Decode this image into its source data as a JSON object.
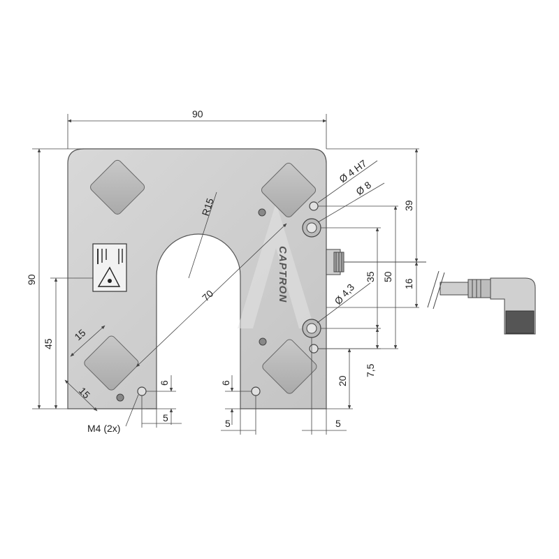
{
  "drawing": {
    "brand": "CAPTRON",
    "dimensions": {
      "width_top": "90",
      "height_left": "90",
      "height_45": "45",
      "diagonal_70": "70",
      "radius": "R15",
      "pad_15_a": "15",
      "pad_15_b": "15",
      "hole_label": "M4 (2x)",
      "offset_6_left": "6",
      "offset_5_left": "5",
      "offset_6_mid": "6",
      "offset_5_mid": "5",
      "offset_5_right": "5",
      "hole_4h7": "Ø 4 H7",
      "hole_8": "Ø 8",
      "hole_43": "Ø 4,3",
      "dim_39": "39",
      "dim_35": "35",
      "dim_50": "50",
      "dim_16": "16",
      "dim_7_5": "7,5",
      "dim_20": "20"
    },
    "colors": {
      "body": "#cfcfcf",
      "pad": "#bdbdbd",
      "lines": "#444444"
    }
  }
}
